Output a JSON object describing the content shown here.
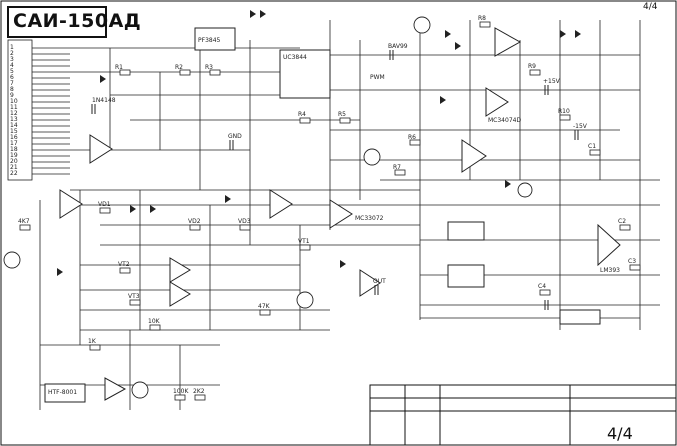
{
  "title": "САИ-150АД",
  "page": "4/4",
  "page_top": "4/4",
  "frame": {
    "stroke": "#111111",
    "background": "#ffffff"
  },
  "components": {
    "ic_left": "UC3844",
    "ic_top": "PF3845",
    "opamp_1": "MC33072",
    "opamp_2": "MC34074D",
    "opamp_3": "LM393",
    "optocoupler": "HTF-8001",
    "pwm_label": "PWM",
    "labels": [
      "R1",
      "R2",
      "R3",
      "R4",
      "R5",
      "R6",
      "R7",
      "R8",
      "R9",
      "R10",
      "C1",
      "C2",
      "C3",
      "C4",
      "VD1",
      "VD2",
      "VD3",
      "VT1",
      "VT2",
      "VT3",
      "10K",
      "1K",
      "47K",
      "100K",
      "2K2",
      "4K7",
      "1N4148",
      "BAV99",
      "+15V",
      "-15V",
      "GND",
      "OUT"
    ]
  },
  "pins": [
    "1",
    "2",
    "3",
    "4",
    "5",
    "6",
    "7",
    "8",
    "9",
    "10",
    "11",
    "12",
    "13",
    "14",
    "15",
    "16",
    "17",
    "18",
    "19",
    "20",
    "21",
    "22"
  ]
}
